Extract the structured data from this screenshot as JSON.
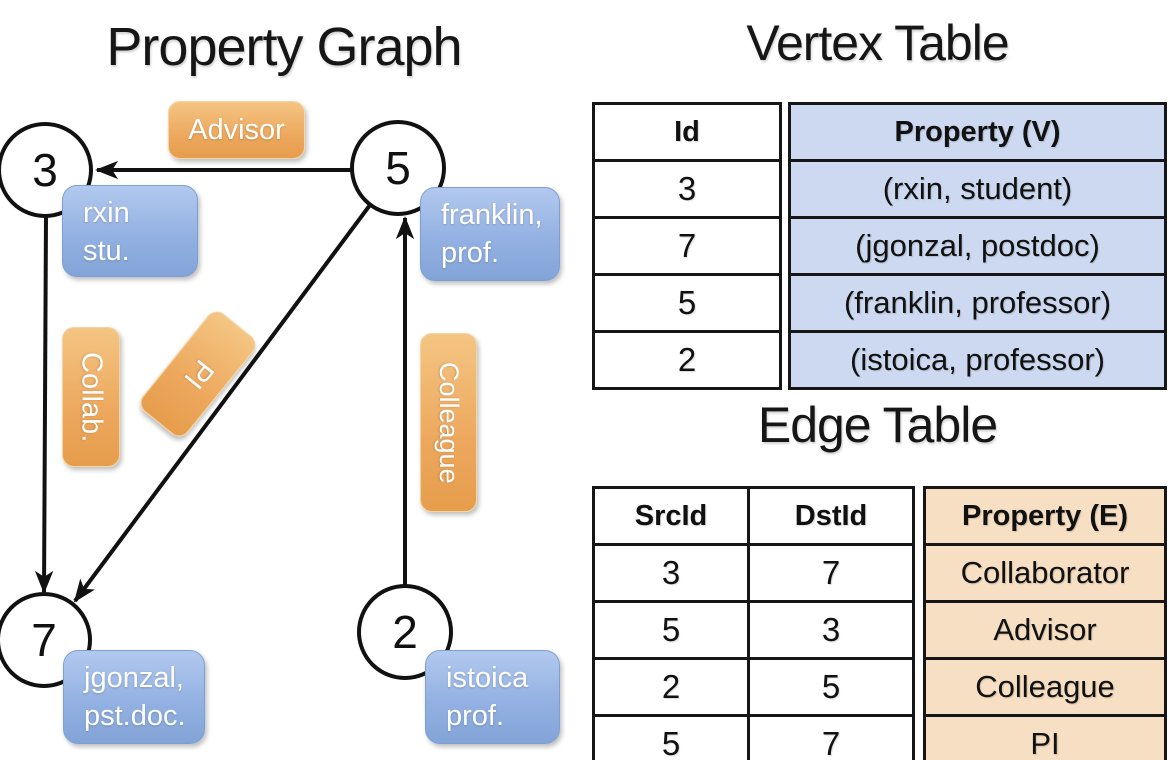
{
  "titles": {
    "graph": "Property Graph",
    "vertex_table": "Vertex Table",
    "edge_table": "Edge Table"
  },
  "graph": {
    "nodes": [
      {
        "id": "3",
        "label_line1": "rxin",
        "label_line2": "stu."
      },
      {
        "id": "5",
        "label_line1": "franklin,",
        "label_line2": "prof."
      },
      {
        "id": "7",
        "label_line1": "jgonzal,",
        "label_line2": "pst.doc."
      },
      {
        "id": "2",
        "label_line1": "istoica",
        "label_line2": "prof."
      }
    ],
    "edge_labels": [
      {
        "text": "Advisor"
      },
      {
        "text": "Collab."
      },
      {
        "text": "PI"
      },
      {
        "text": "Colleague"
      }
    ]
  },
  "vertex_table": {
    "headers": {
      "id": "Id",
      "property": "Property (V)"
    },
    "rows": [
      {
        "id": "3",
        "property": "(rxin, student)"
      },
      {
        "id": "7",
        "property": "(jgonzal, postdoc)"
      },
      {
        "id": "5",
        "property": "(franklin, professor)"
      },
      {
        "id": "2",
        "property": "(istoica, professor)"
      }
    ]
  },
  "edge_table": {
    "headers": {
      "src": "SrcId",
      "dst": "DstId",
      "property": "Property (E)"
    },
    "rows": [
      {
        "src": "3",
        "dst": "7",
        "property": "Collaborator"
      },
      {
        "src": "5",
        "dst": "3",
        "property": "Advisor"
      },
      {
        "src": "2",
        "dst": "5",
        "property": "Colleague"
      },
      {
        "src": "5",
        "dst": "7",
        "property": "PI"
      }
    ]
  },
  "colors": {
    "edge_label_orange": "#eda85e",
    "vertex_label_blue": "#93b1e2",
    "vertex_cell_bg": "#ccd9f0",
    "edge_cell_bg": "#f6dfc3",
    "line_black": "#111111"
  }
}
